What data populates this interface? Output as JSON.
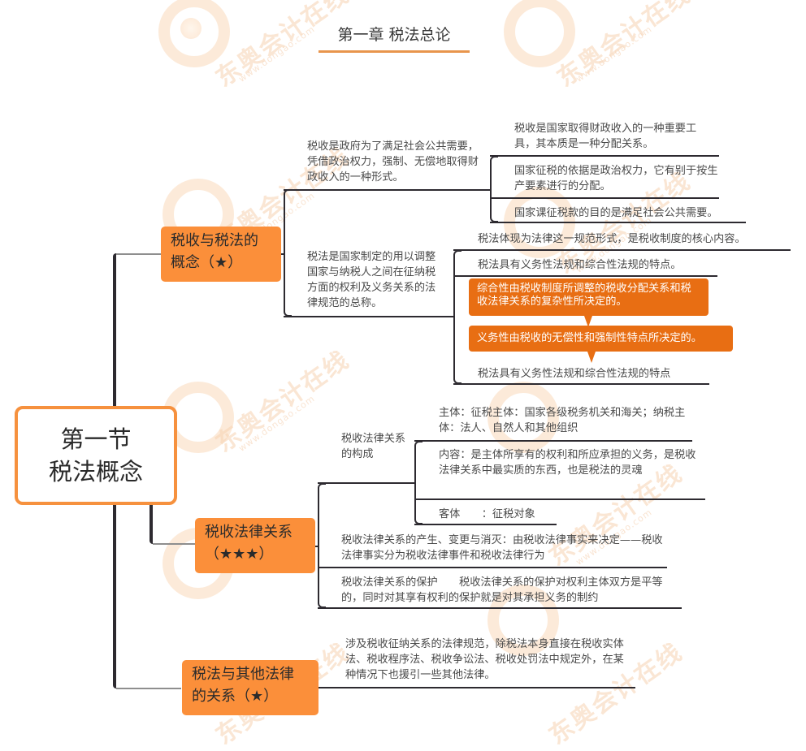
{
  "header": {
    "title": "第一章 税法总论"
  },
  "root": {
    "line1": "第一节",
    "line2": "税法概念"
  },
  "branches": [
    {
      "label_line1": "税收与税法的",
      "label_line2": "概念（★）",
      "children": [
        {
          "text": "税收是政府为了满足社会公共需要，凭借政治权力，强制、无偿地取得财政收入的一种形式。",
          "children": [
            "税收是国家取得财政收入的一种重要工具，其本质是一种分配关系。",
            "国家征税的依据是政治权力，它有别于按生产要素进行的分配。",
            "国家课征税款的目的是满足社会公共需要。"
          ]
        },
        {
          "text": "税法是国家制定的用以调整国家与纳税人之间在征纳税方面的权利及义务关系的法律规范的总称。",
          "children": [
            "税法体现为法律这一规范形式，是税收制度的核心内容。",
            "税法具有义务性法规和综合性法规的特点。",
            "税法具有义务性法规和综合性法规的特点"
          ],
          "callouts": [
            "综合性由税收制度所调整的税收分配关系和税收法律关系的复杂性所决定的。",
            "义务性由税收的无偿性和强制性特点所决定的。"
          ]
        }
      ]
    },
    {
      "label_line1": "税收法律关系",
      "label_line2": "（★★★）",
      "children": [
        {
          "text": "税收法律关系的构成",
          "children": [
            "主体：征税主体：国家各级税务机关和海关；纳税主体：法人、自然人和其他组织",
            "内容：是主体所享有的权利和所应承担的义务，是税收法律关系中最实质的东西，也是税法的灵魂",
            "客体　　：征税对象"
          ]
        },
        {
          "text": "税收法律关系的产生、变更与消灭：由税收法律事实来决定——税收法律事实分为税收法律事件和税收法律行为"
        },
        {
          "text": "税收法律关系的保护　　税收法律关系的保护对权利主体双方是平等的，同时对其享有权利的保护就是对其承担义务的制约"
        }
      ]
    },
    {
      "label_line1": "税法与其他法律",
      "label_line2": "的关系（★）",
      "children": [
        {
          "text": "涉及税收征纳关系的法律规范，除税法本身直接在税收实体法、税收程序法、税收争讼法、税收处罚法中规定外，在某种情况下也援引一些其他法律。"
        }
      ]
    }
  ],
  "watermark": {
    "brand": "东奥会计在线",
    "url": "www.dongao.com"
  },
  "colors": {
    "branch_fill": "#fb8f3a",
    "root_border": "#f6913e",
    "callout_fill": "#e86e13",
    "connector": "#2d2a30",
    "title_underline": "#e8954c"
  }
}
